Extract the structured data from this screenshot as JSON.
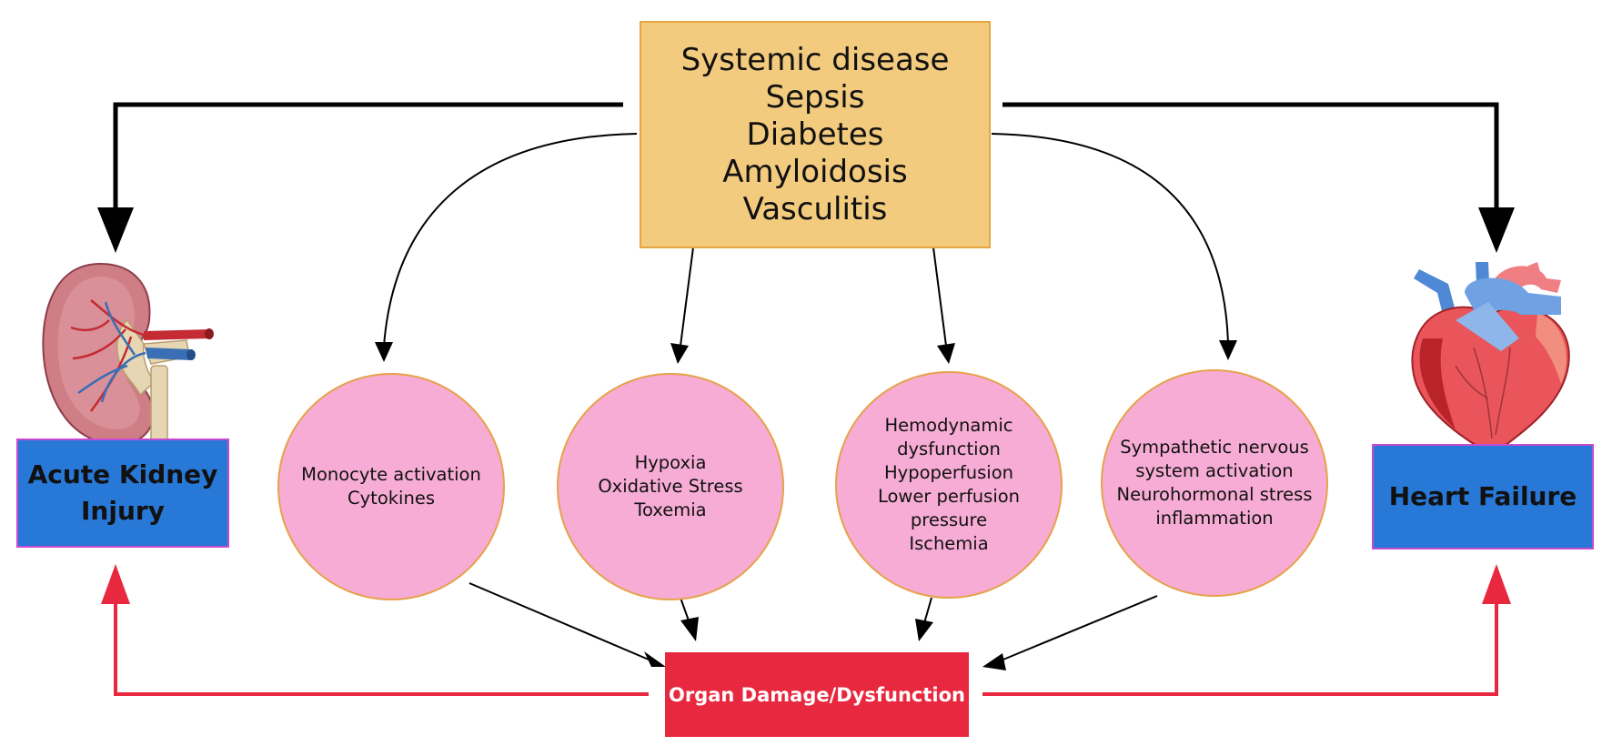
{
  "causes": {
    "lines": [
      "Systemic disease",
      "Sepsis",
      "Diabetes",
      "Amyloidosis",
      "Vasculitis"
    ]
  },
  "mechanisms": [
    {
      "lines": [
        "Monocyte activation",
        "Cytokines"
      ]
    },
    {
      "lines": [
        "Hypoxia",
        "Oxidative Stress",
        "Toxemia"
      ]
    },
    {
      "lines": [
        "Hemodynamic",
        "dysfunction",
        "Hypoperfusion",
        "Lower perfusion",
        "pressure",
        "Ischemia"
      ]
    },
    {
      "lines": [
        "Sympathetic nervous",
        "system activation",
        "Neurohormonal stress",
        "inflammation"
      ]
    }
  ],
  "outcomes": {
    "kidney": {
      "lines": [
        "Acute Kidney",
        "Injury"
      ]
    },
    "heart": {
      "lines": [
        "Heart Failure"
      ]
    }
  },
  "damage": {
    "label": "Organ Damage/Dysfunction"
  },
  "colors": {
    "cause_fill": "#f3cb7e",
    "mechanism_fill": "#f6acd4",
    "outcome_fill": "#2878d8",
    "damage_fill": "#e8283f",
    "feedback_arrow": "#e8283f",
    "main_arrow": "#000000"
  },
  "icons": {
    "kidney": "kidney-illustration-icon",
    "heart": "heart-illustration-icon"
  }
}
